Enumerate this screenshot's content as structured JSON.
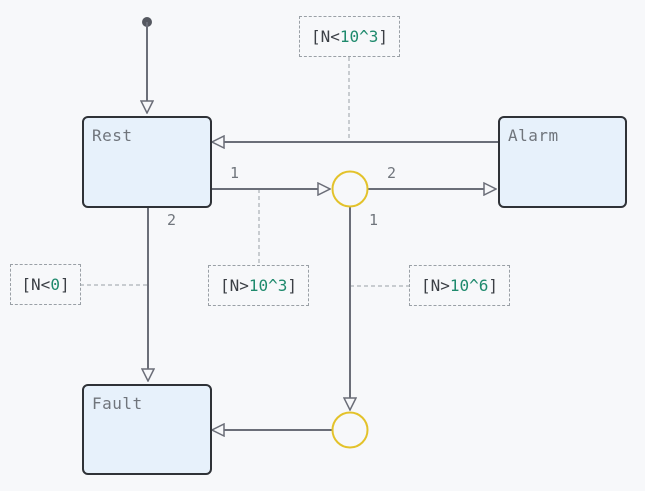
{
  "states": {
    "rest": "Rest",
    "alarm": "Alarm",
    "fault": "Fault"
  },
  "guards": {
    "top": {
      "prefix": "[N<",
      "num": "10^3",
      "suffix": "]"
    },
    "left": {
      "prefix": "[N<",
      "num": "0",
      "suffix": "]"
    },
    "middle": {
      "prefix": "[N>",
      "num": "10^3",
      "suffix": "]"
    },
    "right": {
      "prefix": "[N>",
      "num": "10^6",
      "suffix": "]"
    }
  },
  "labels": {
    "rest_to_choice": "1",
    "choice_to_alarm": "2",
    "choice_down": "1",
    "rest_down": "2"
  },
  "colors": {
    "line": "#6b6e78",
    "choice": "#e3c22a",
    "state_fill": "#e7f1fb",
    "guard_number": "#1f8a6d"
  }
}
